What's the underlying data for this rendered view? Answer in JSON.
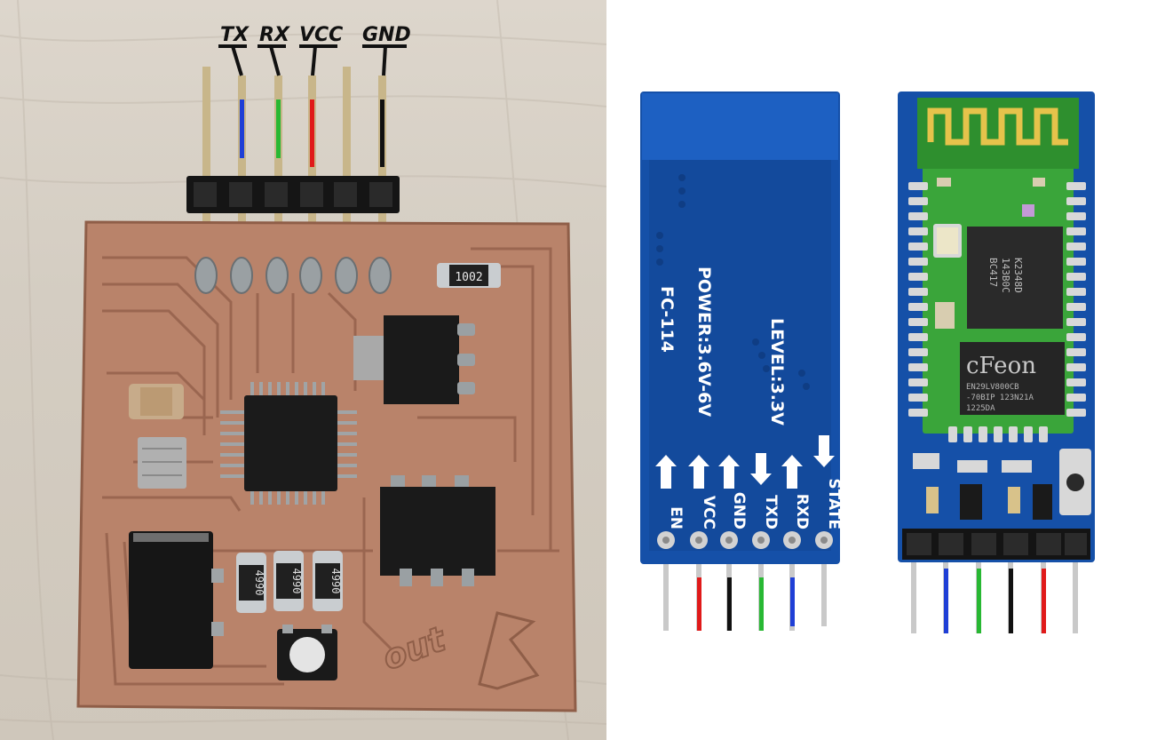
{
  "left_photo": {
    "labels": {
      "tx": "TX",
      "rx": "RX",
      "vcc": "VCC",
      "gnd": "GND"
    },
    "resistor_top": "1002",
    "resistor_bottom": [
      "4990",
      "4990",
      "4990"
    ],
    "etched_text": "out"
  },
  "right_photo": {
    "back_board": {
      "model": "FC-114",
      "power": "POWER:3.6V-6V",
      "level": "LEVEL:3.3V",
      "pins": [
        "EN",
        "VCC",
        "GND",
        "TXD",
        "RXD",
        "STATE"
      ]
    },
    "front_board": {
      "chip_text": [
        "BC417",
        "143B0C",
        "K2348D"
      ],
      "flash_brand": "cFeon",
      "flash_text": [
        "EN29LV800CB",
        "-70BIP 123N21A",
        "1225DA"
      ]
    }
  },
  "colors": {
    "wire_blue": "#1f3fd6",
    "wire_green": "#28b833",
    "wire_red": "#e01a1a",
    "wire_black": "#111111",
    "pcb_copper": "#b9836a",
    "module_blue": "#1550a8",
    "module_green": "#3aa53a"
  }
}
